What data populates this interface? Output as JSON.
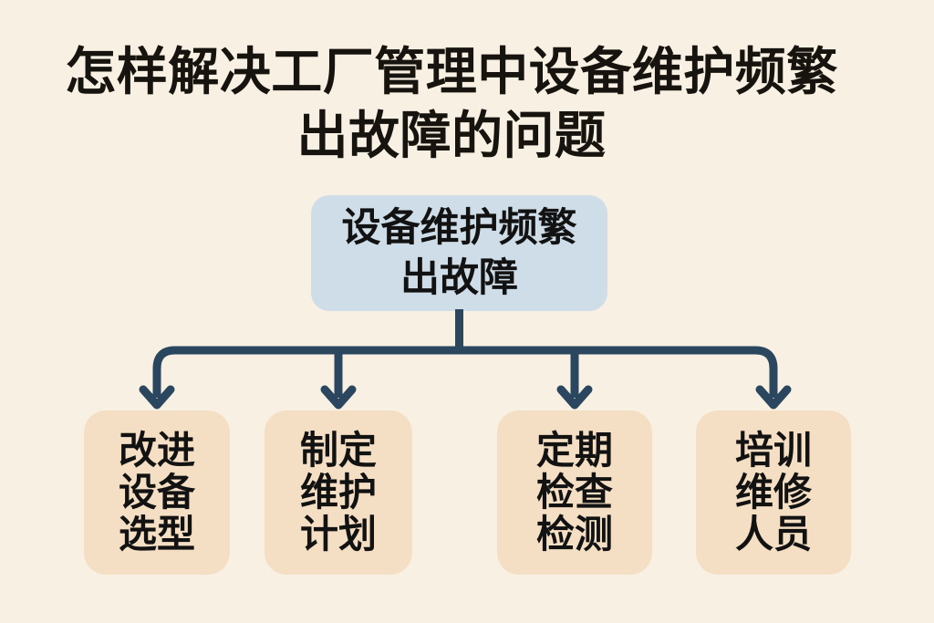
{
  "title": {
    "line1": "怎样解决工厂管理中设备维护频繁",
    "line2": "出故障的问题"
  },
  "diagram": {
    "root": {
      "line1": "设备维护频繁",
      "line2": "出故障"
    },
    "children": [
      {
        "lines": [
          "改进",
          "设备",
          "选型"
        ]
      },
      {
        "lines": [
          "制定",
          "维护",
          "计划"
        ]
      },
      {
        "lines": [
          "定期",
          "检查",
          "检测"
        ]
      },
      {
        "lines": [
          "培训",
          "维修",
          "人员"
        ]
      }
    ]
  },
  "colors": {
    "background": "#f8f1e3",
    "root_node_fill": "#cedde7",
    "child_node_fill": "#f5dfc4",
    "connector": "#2b4760",
    "text": "#17130e"
  }
}
